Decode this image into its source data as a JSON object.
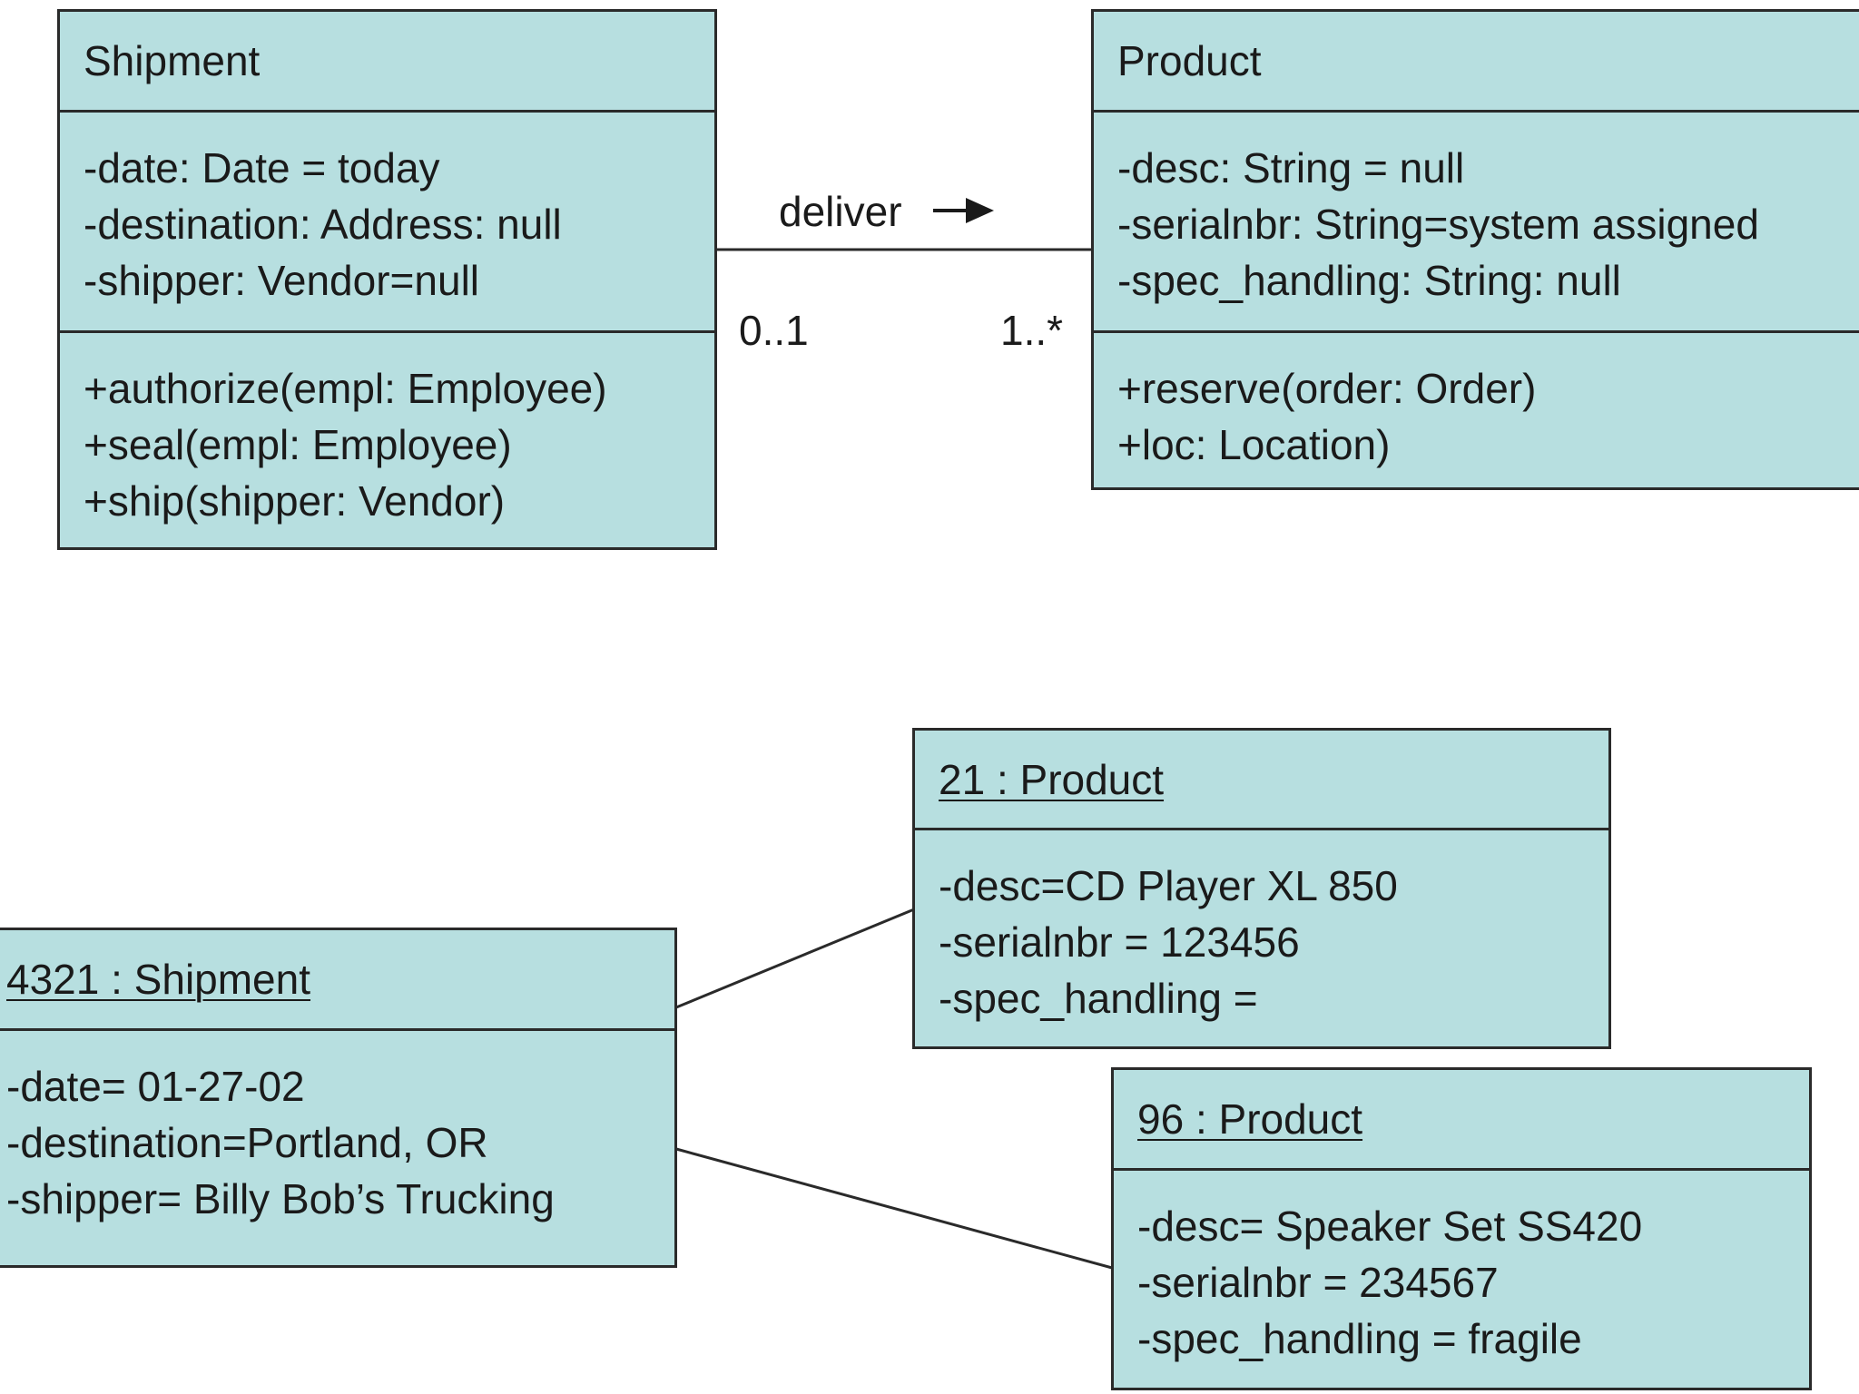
{
  "class_diagram": {
    "shipment_class": {
      "name": "Shipment",
      "attributes": [
        "-date: Date = today",
        "-destination: Address: null",
        "-shipper: Vendor=null"
      ],
      "operations": [
        "+authorize(empl: Employee)",
        "+seal(empl: Employee)",
        "+ship(shipper: Vendor)"
      ]
    },
    "product_class": {
      "name": "Product",
      "attributes": [
        "-desc: String = null",
        "-serialnbr: String=system assigned",
        "-spec_handling: String: null"
      ],
      "operations": [
        "+reserve(order: Order)",
        "+loc: Location)"
      ]
    },
    "association": {
      "label": "deliver",
      "multiplicity_left": "0..1",
      "multiplicity_right": "1..*"
    }
  },
  "object_diagram": {
    "shipment_object": {
      "name": "4321 : Shipment",
      "attributes": [
        "-date= 01-27-02",
        "-destination=Portland, OR",
        "-shipper= Billy Bob’s Trucking"
      ]
    },
    "product_object_21": {
      "name": "21 : Product",
      "attributes": [
        "-desc=CD Player XL 850",
        "-serialnbr = 123456",
        "-spec_handling ="
      ]
    },
    "product_object_96": {
      "name": "96 : Product",
      "attributes": [
        "-desc= Speaker Set SS420",
        "-serialnbr = 234567",
        "-spec_handling = fragile"
      ]
    }
  },
  "colors": {
    "box_fill": "#b7dfe0",
    "box_border": "#2a2a2a",
    "line": "#2a2a2a"
  }
}
